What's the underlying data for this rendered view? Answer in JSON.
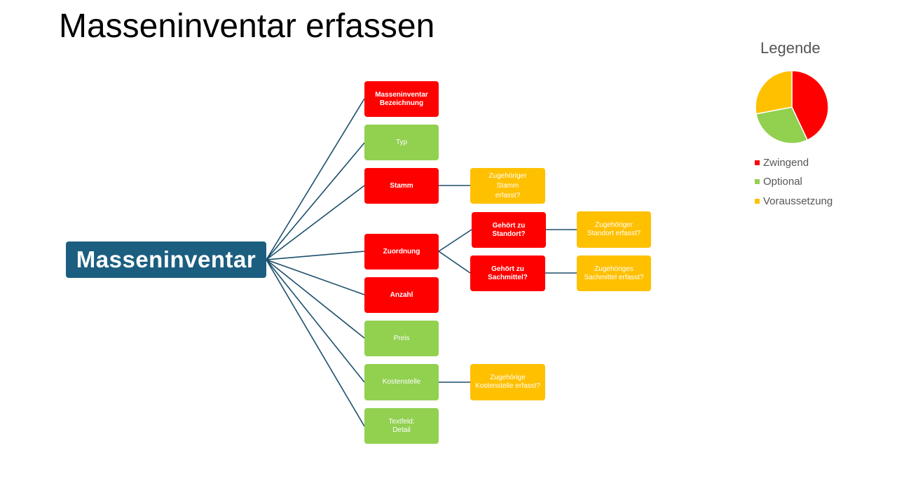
{
  "title": "Masseninventar erfassen",
  "colors": {
    "root": "#1b5e80",
    "zwingend": "#ff0000",
    "optional": "#92d050",
    "voraussetzung": "#ffc000",
    "connector": "#1b4f6b"
  },
  "root": {
    "label": "Masseninventar"
  },
  "branches": [
    {
      "label": "Masseninventar Bezeichnung",
      "category": "zwingend"
    },
    {
      "label": "Typ",
      "category": "optional"
    },
    {
      "label": "Stamm",
      "category": "zwingend"
    },
    {
      "label": "Zuordnung",
      "category": "zwingend"
    },
    {
      "label": "Anzahl",
      "category": "zwingend"
    },
    {
      "label": "Preis",
      "category": "optional"
    },
    {
      "label": "Kostenstelle",
      "category": "optional"
    },
    {
      "label": "Textfeld: Detail",
      "category": "optional"
    }
  ],
  "sub_nodes": {
    "stamm_check": {
      "label": "Zugehöriger Stamm erfasst?",
      "category": "voraussetzung"
    },
    "standort_question": {
      "label": "Gehört zu Standort?",
      "category": "zwingend"
    },
    "sachmittel_question": {
      "label": "Gehört zu Sachmittel?",
      "category": "zwingend"
    },
    "standort_check": {
      "label": "Zugehöriger Standort erfasst?",
      "category": "voraussetzung"
    },
    "sachmittel_check": {
      "label": "Zugehöriges Sachmittel erfasst?",
      "category": "voraussetzung"
    },
    "kostenstelle_check": {
      "label": "Zugehörige Kostenstelle erfasst?",
      "category": "voraussetzung"
    }
  },
  "legend": {
    "title": "Legende",
    "items": [
      {
        "label": "Zwingend",
        "category": "zwingend"
      },
      {
        "label": "Optional",
        "category": "optional"
      },
      {
        "label": "Voraussetzung",
        "category": "voraussetzung"
      }
    ],
    "pie_shares": {
      "zwingend": 0.43,
      "optional": 0.29,
      "voraussetzung": 0.28
    }
  }
}
